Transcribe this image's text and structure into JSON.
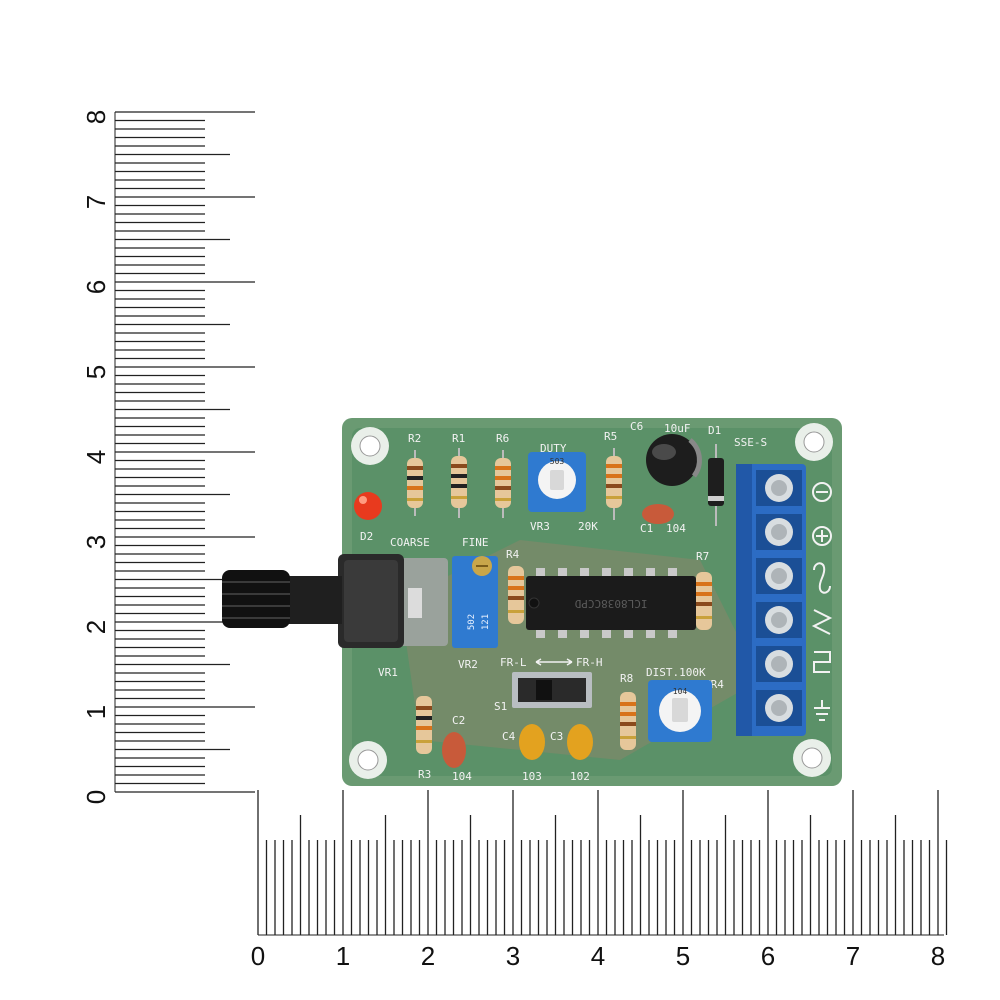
{
  "rulers": {
    "vertical_numbers": [
      "0",
      "1",
      "2",
      "3",
      "4",
      "5",
      "6",
      "7",
      "8"
    ],
    "horizontal_numbers": [
      "0",
      "1",
      "2",
      "3",
      "4",
      "5",
      "6",
      "7",
      "8"
    ]
  },
  "board": {
    "colors": {
      "pcb": "#5f8f6a",
      "pcb_dark": "#3f7a55",
      "trimmer": "#2f7ad0",
      "terminal": "#2c6cc4",
      "led": "#e83a1e"
    },
    "silkscreen": {
      "r2": "R2",
      "r1": "R1",
      "r6": "R6",
      "duty": "DUTY",
      "r5": "R5",
      "c6": "C6",
      "c6_val": "10uF",
      "d1": "D1",
      "sse": "SSE-S",
      "d2": "D2",
      "coarse": "COARSE",
      "fine": "FINE",
      "r4": "R4",
      "r7": "R7",
      "vr1": "VR1",
      "vr2": "VR2",
      "vr3": "VR3",
      "vr3_val": "20K",
      "c1": "C1",
      "c1_val": "104",
      "s1": "S1",
      "fr_l": "FR-L",
      "fr_h": "FR-H",
      "dist": "DIST.100K",
      "vr4": "VR4",
      "r8": "R8",
      "r3": "R3",
      "c2": "C2",
      "c2_val": "104",
      "c4": "C4",
      "c4_val": "103",
      "c3": "C3",
      "c3_val": "102",
      "trim1_code": "503",
      "trim2_code": "502",
      "trim2_code2": "121",
      "trim3_code": "104",
      "chip_marking": "ICL8038CCPD"
    }
  }
}
